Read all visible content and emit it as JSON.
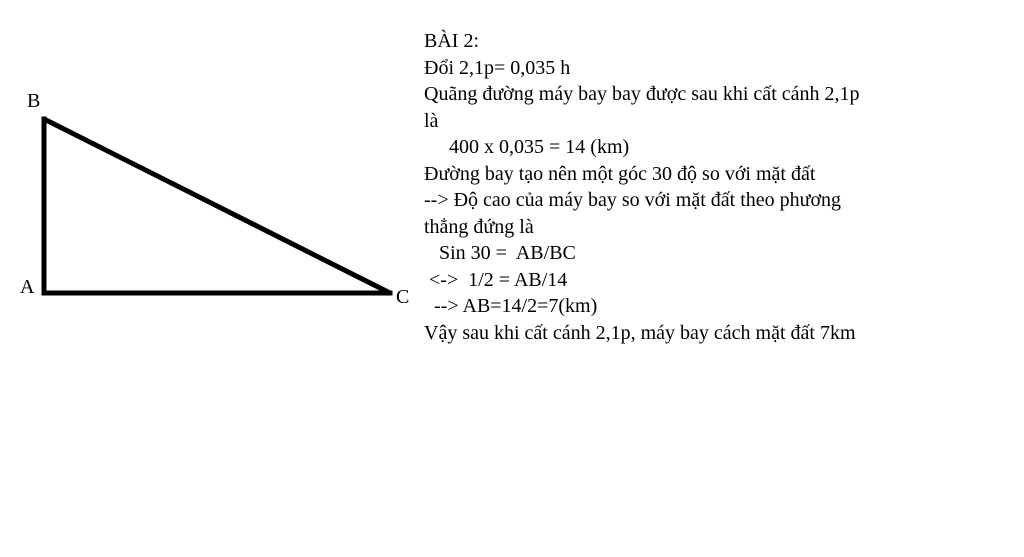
{
  "diagram": {
    "vertices": {
      "a": "A",
      "b": "B",
      "c": "C"
    },
    "stroke_color": "#000000"
  },
  "solution": {
    "lines": [
      "BÀI 2:",
      "Đổi 2,1p= 0,035 h",
      "Quãng đường máy bay bay được sau khi cất cánh 2,1p",
      "là",
      "     400 x 0,035 = 14 (km)",
      "Đường bay tạo nên một góc 30 độ so với mặt đất",
      "--> Độ cao của máy bay so với mặt đất theo phương",
      "thẳng đứng là",
      "   Sin 30 =  AB/BC",
      " <->  1/2 = AB/14",
      "  --> AB=14/2=7(km)",
      "Vậy sau khi cất cánh 2,1p, máy bay cách mặt đất 7km"
    ]
  }
}
